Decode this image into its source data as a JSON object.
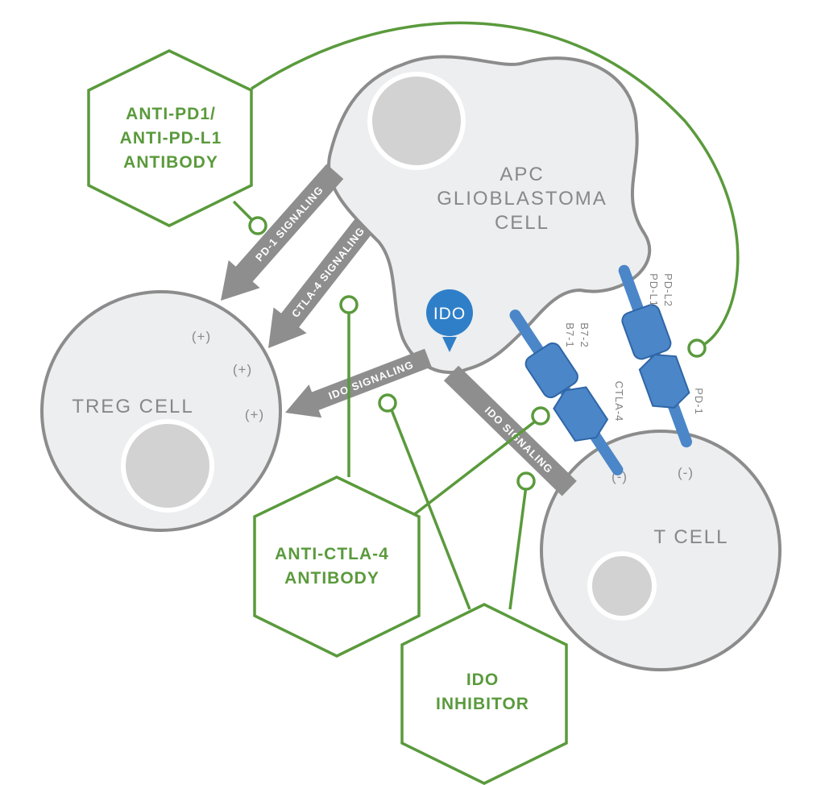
{
  "cells": {
    "apc": [
      "APC",
      "GLIOBLASTOMA",
      "CELL"
    ],
    "treg": "TREG CELL",
    "tcell": "T CELL"
  },
  "drugs": {
    "anti_pd1": [
      "ANTI-PD1/",
      "ANTI-PD-L1",
      "ANTIBODY"
    ],
    "anti_ctla4": [
      "ANTI-CTLA-4",
      "ANTIBODY"
    ],
    "ido_inhibitor": [
      "IDO",
      "INHIBITOR"
    ]
  },
  "signaling": {
    "pd1": "PD-1 SIGNALING",
    "ctla4": "CTLA-4 SIGNALING",
    "ido_treg": "IDO SIGNALING",
    "ido_tcell": "IDO SIGNALING"
  },
  "ido_badge": "IDO",
  "receptors": {
    "b7_1": "B7-1",
    "b7_2": "B7-2",
    "ctla4": "CTLA-4",
    "pd_l1": "PD-L1",
    "pd_l2": "PD-L2",
    "pd1": "PD-1"
  },
  "signs": {
    "plus_1": "(+)",
    "plus_2": "(+)",
    "plus_3": "(+)",
    "minus_1": "(-)",
    "minus_2": "(-)"
  },
  "colors": {
    "drug_green": "#5a9a3c",
    "receptor_blue": "#4b86c8",
    "cell_fill": "#eceeef",
    "arrow_gray": "#8e8e8e"
  }
}
